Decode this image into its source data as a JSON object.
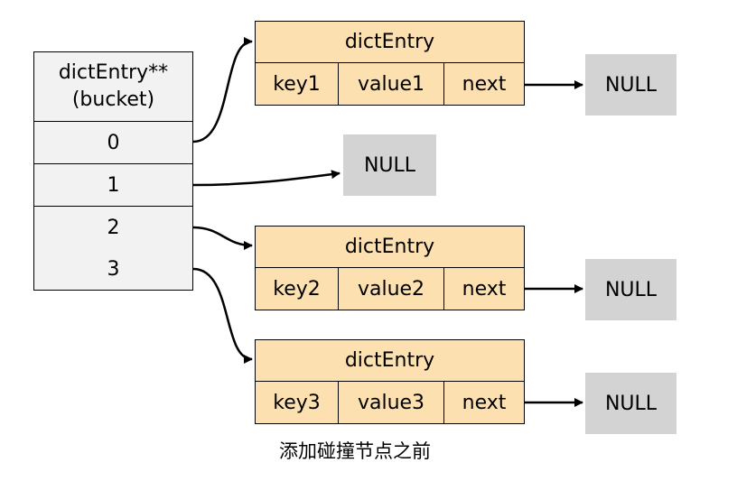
{
  "bucket": {
    "header_line1": "dictEntry**",
    "header_line2": "(bucket)",
    "indices": [
      "0",
      "1",
      "2",
      "3"
    ]
  },
  "entries": [
    {
      "title": "dictEntry",
      "key": "key1",
      "value": "value1",
      "next": "next"
    },
    {
      "title": "dictEntry",
      "key": "key2",
      "value": "value2",
      "next": "next"
    },
    {
      "title": "dictEntry",
      "key": "key3",
      "value": "value3",
      "next": "next"
    }
  ],
  "null_label": "NULL",
  "caption": "添加碰撞节点之前",
  "colors": {
    "bucket_fill": "#f2f2f2",
    "entry_fill": "#fce0b0",
    "null_fill": "#d3d3d3",
    "stroke": "#000000"
  }
}
